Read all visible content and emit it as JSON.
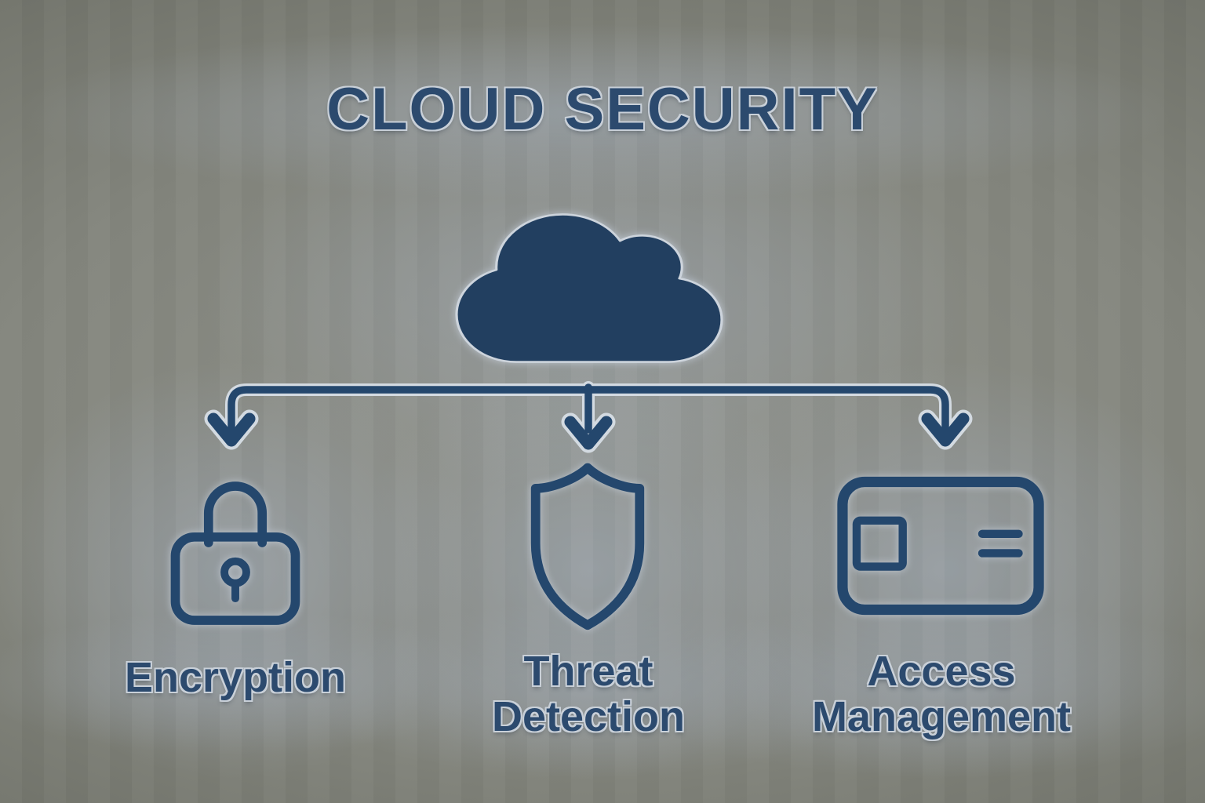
{
  "diagram": {
    "title": "CLOUD SECURITY",
    "type": "hierarchy-infographic",
    "root": {
      "icon": "cloud-icon",
      "label": ""
    },
    "branches": [
      {
        "id": "encryption",
        "icon": "padlock-icon",
        "label": "Encryption"
      },
      {
        "id": "threat-detection",
        "icon": "shield-icon",
        "label": "Threat Detection"
      },
      {
        "id": "access-management",
        "icon": "id-card-icon",
        "label": "Access Management"
      }
    ],
    "connections": [
      {
        "from": "cloud",
        "to": "encryption",
        "style": "arrow-down"
      },
      {
        "from": "cloud",
        "to": "threat-detection",
        "style": "arrow-down"
      },
      {
        "from": "cloud",
        "to": "access-management",
        "style": "arrow-down"
      }
    ],
    "colors": {
      "line_navy": "#24476d",
      "cloud_fill": "#223f60",
      "text_navy": "#2c4a6e",
      "halo_outline": "#c9d0d8",
      "background_center": "#91938c",
      "background_edge": "#494b43",
      "glow_blue_gray": "#a3acb8"
    }
  }
}
